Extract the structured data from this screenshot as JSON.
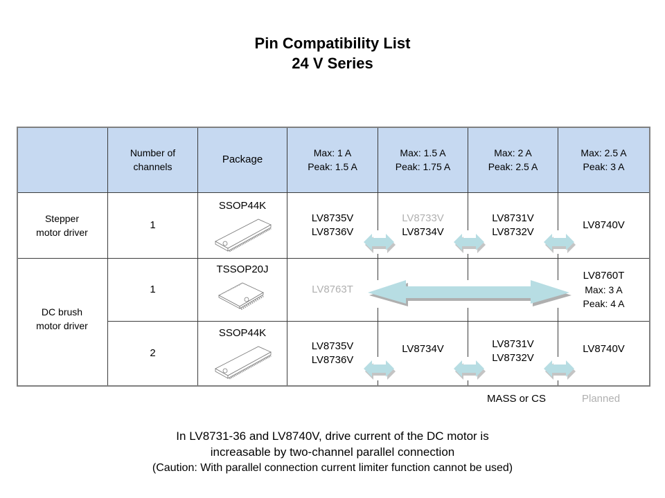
{
  "title": {
    "line1": "Pin Compatibility List",
    "line2": "24 V Series"
  },
  "table": {
    "header": {
      "blank": "",
      "channels": [
        "Number of",
        "channels"
      ],
      "package": "Package",
      "ratings": [
        [
          "Max: 1 A",
          "Peak: 1.5 A"
        ],
        [
          "Max: 1.5 A",
          "Peak: 1.75 A"
        ],
        [
          "Max: 2 A",
          "Peak: 2.5 A"
        ],
        [
          "Max: 2.5 A",
          "Peak: 3 A"
        ]
      ]
    },
    "categories": {
      "stepper": [
        "Stepper",
        "motor driver"
      ],
      "dc": [
        "DC brush",
        "motor driver"
      ]
    },
    "rows": [
      {
        "channels": "1",
        "package": "SSOP44K",
        "package_icon": "ssop44k-chip-icon",
        "cells": [
          [
            {
              "text": "LV8735V",
              "status": "mass"
            },
            {
              "text": "LV8736V",
              "status": "mass"
            }
          ],
          [
            {
              "text": "LV8733V",
              "status": "planned"
            },
            {
              "text": "LV8734V",
              "status": "mass"
            }
          ],
          [
            {
              "text": "LV8731V",
              "status": "mass"
            },
            {
              "text": "LV8732V",
              "status": "mass"
            }
          ],
          [
            {
              "text": "LV8740V",
              "status": "mass"
            }
          ]
        ]
      },
      {
        "channels": "1",
        "package": "TSSOP20J",
        "package_icon": "tssop20j-chip-icon",
        "cells": [
          [
            {
              "text": "LV8763T",
              "status": "planned"
            }
          ],
          [],
          [],
          [
            {
              "text": "LV8760T",
              "status": "mass"
            },
            {
              "text": "Max: 3 A",
              "status": "mass"
            },
            {
              "text": "Peak: 4 A",
              "status": "mass"
            }
          ]
        ]
      },
      {
        "channels": "2",
        "package": "SSOP44K",
        "package_icon": "ssop44k-chip-icon",
        "cells": [
          [
            {
              "text": "LV8735V",
              "status": "mass"
            },
            {
              "text": "LV8736V",
              "status": "mass"
            }
          ],
          [
            {
              "text": "LV8734V",
              "status": "mass"
            }
          ],
          [
            {
              "text": "LV8731V",
              "status": "mass"
            },
            {
              "text": "LV8732V",
              "status": "mass"
            }
          ],
          [
            {
              "text": "LV8740V",
              "status": "mass"
            }
          ]
        ]
      }
    ]
  },
  "legend": {
    "mass": "MASS or CS",
    "planned": "Planned"
  },
  "notes": {
    "line1": "In LV8731-36 and LV8740V, drive current of the DC motor is",
    "line2": "increasable by two-channel parallel connection",
    "line3": "(Caution: With parallel connection current limiter function cannot be used)"
  },
  "colors": {
    "header_bg": "#c6d9f1",
    "arrow_fill": "#b7dde3",
    "planned_text": "#b0b0b0",
    "border": "#3a3a3a"
  }
}
